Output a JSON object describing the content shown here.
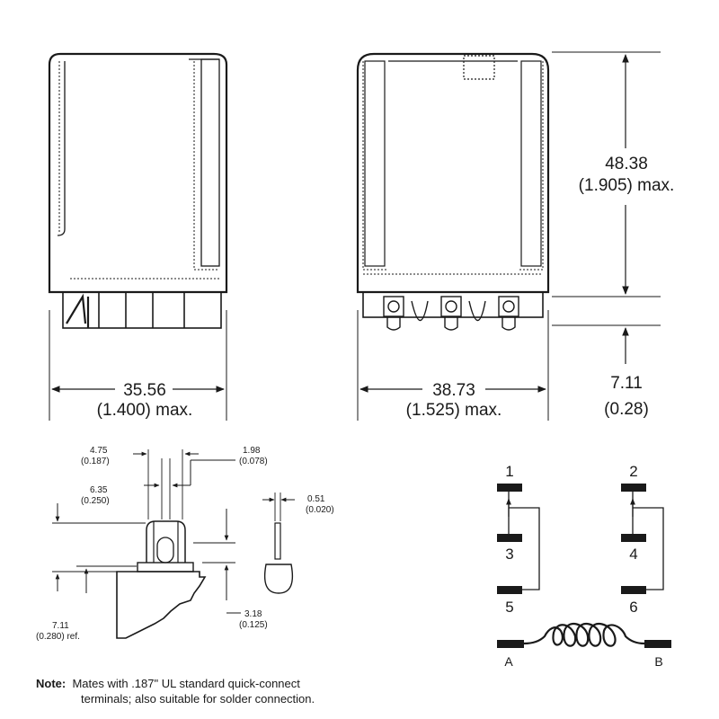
{
  "dimensions": {
    "height": {
      "value": "48.38",
      "unit": "(1.905) max."
    },
    "width_side": {
      "value": "35.56",
      "unit": "(1.400) max."
    },
    "width_front": {
      "value": "38.73",
      "unit": "(1.525) max."
    },
    "terminal_length": {
      "value": "7.11",
      "unit": "(0.28)"
    }
  },
  "terminal_detail": {
    "tab_width": {
      "value": "4.75",
      "unit": "(0.187)"
    },
    "hole_width": {
      "value": "1.98",
      "unit": "(0.078)"
    },
    "tab_offset": {
      "value": "6.35",
      "unit": "(0.250)"
    },
    "thickness": {
      "value": "0.51",
      "unit": "(0.020)"
    },
    "shoulder": {
      "value": "3.18",
      "unit": "(0.125)"
    },
    "ref_length": {
      "value": "7.11",
      "unit": "(0.280) ref."
    }
  },
  "schematic": {
    "pins_left": [
      "1",
      "3",
      "5"
    ],
    "pins_right": [
      "2",
      "4",
      "6"
    ],
    "coil_ends": [
      "A",
      "B"
    ]
  },
  "note": {
    "label": "Note:",
    "line1": "Mates with .187\" UL standard quick-connect",
    "line2": "terminals; also suitable for solder connection."
  }
}
